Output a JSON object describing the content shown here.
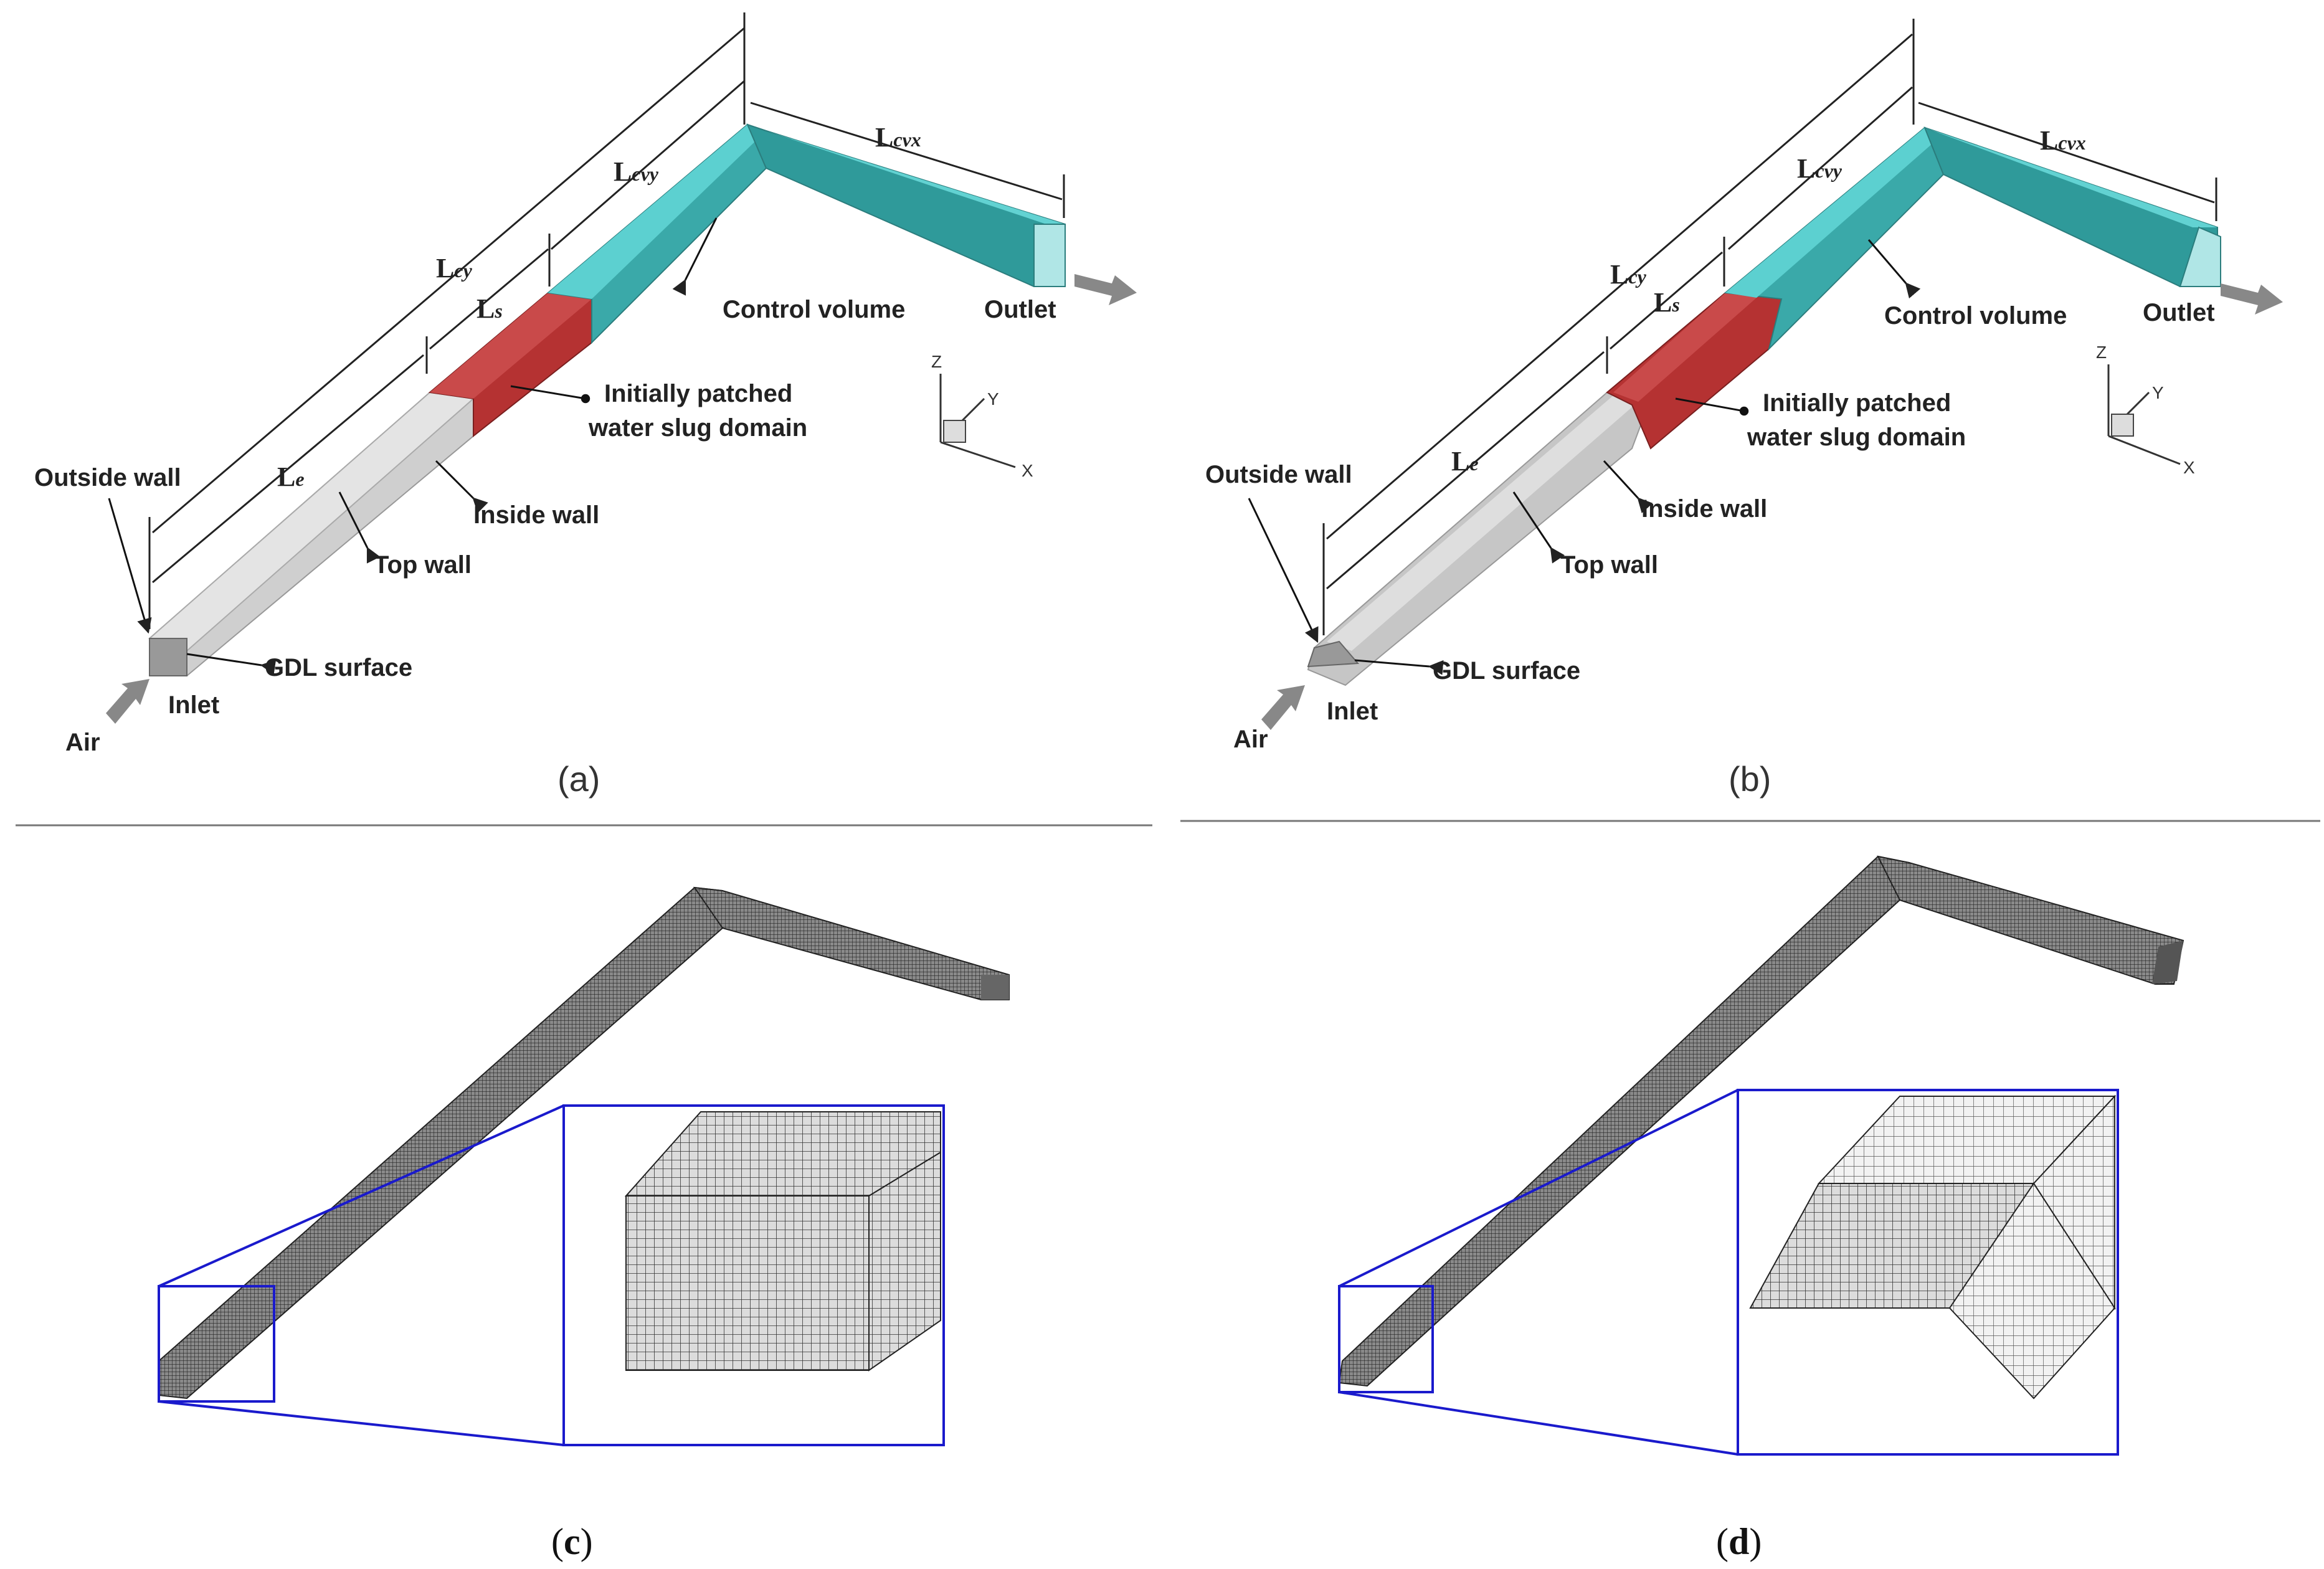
{
  "panel_a": {
    "labels": {
      "outside_wall": "Outside wall",
      "le_sym": "L",
      "le_sub": "e",
      "ls_sym": "L",
      "ls_sub": "s",
      "lcy_sym": "L",
      "lcy_sub": "cy",
      "lcvy_sym": "L",
      "lcvy_sub": "cvy",
      "lcvx_sym": "L",
      "lcvx_sub": "cvx",
      "control_volume": "Control volume",
      "outlet": "Outlet",
      "patched_1": "Initially patched",
      "patched_2": "water slug domain",
      "inside_wall": "Inside wall",
      "top_wall": "Top wall",
      "gdl_surface": "GDL surface",
      "inlet": "Inlet",
      "air": "Air",
      "axis_x": "X",
      "axis_y": "Y",
      "axis_z": "Z"
    },
    "caption": "(a)"
  },
  "panel_b": {
    "labels": {
      "outside_wall": "Outside wall",
      "le_sym": "L",
      "le_sub": "e",
      "ls_sym": "L",
      "ls_sub": "s",
      "lcy_sym": "L",
      "lcy_sub": "cy",
      "lcvy_sym": "L",
      "lcvy_sub": "cvy",
      "lcvx_sym": "L",
      "lcvx_sub": "cvx",
      "control_volume": "Control volume",
      "outlet": "Outlet",
      "patched_1": "Initially patched",
      "patched_2": "water slug domain",
      "inside_wall": "Inside wall",
      "top_wall": "Top wall",
      "gdl_surface": "GDL surface",
      "inlet": "Inlet",
      "air": "Air",
      "axis_x": "X",
      "axis_y": "Y",
      "axis_z": "Z"
    },
    "caption": "(b)"
  },
  "panel_c": {
    "caption_open": "(",
    "caption_letter": "c",
    "caption_close": ")"
  },
  "panel_d": {
    "caption_open": "(",
    "caption_letter": "d",
    "caption_close": ")"
  },
  "colors": {
    "water_slug": "#b53232",
    "control_volume": "#3fbcbc",
    "channel": "#c8c8c8",
    "zoom_frame": "#1a1acc"
  }
}
